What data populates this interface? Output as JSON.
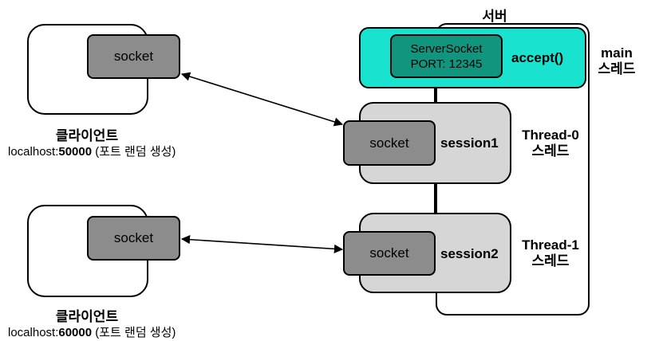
{
  "server": {
    "title": "서버",
    "main_thread": {
      "name": "main",
      "suffix": "스레드"
    },
    "server_socket": {
      "name": "ServerSocket",
      "port": "PORT: 12345"
    },
    "accept_label": "accept()",
    "sessions": [
      {
        "socket_label": "socket",
        "session_label": "session1",
        "thread_name": "Thread-0",
        "thread_suffix": "스레드"
      },
      {
        "socket_label": "socket",
        "session_label": "session2",
        "thread_name": "Thread-1",
        "thread_suffix": "스레드"
      }
    ]
  },
  "clients": [
    {
      "socket_label": "socket",
      "title": "클라이언트",
      "host": "localhost:",
      "port": "50000",
      "note": " (포트 랜덤 생성)"
    },
    {
      "socket_label": "socket",
      "title": "클라이언트",
      "host": "localhost:",
      "port": "60000",
      "note": " (포트 랜덤 생성)"
    }
  ],
  "colors": {
    "accept_bg": "#19e3cf",
    "server_socket_bg": "#12957f",
    "socket_bg": "#8c8c8c",
    "session_bg": "#d6d6d6"
  }
}
